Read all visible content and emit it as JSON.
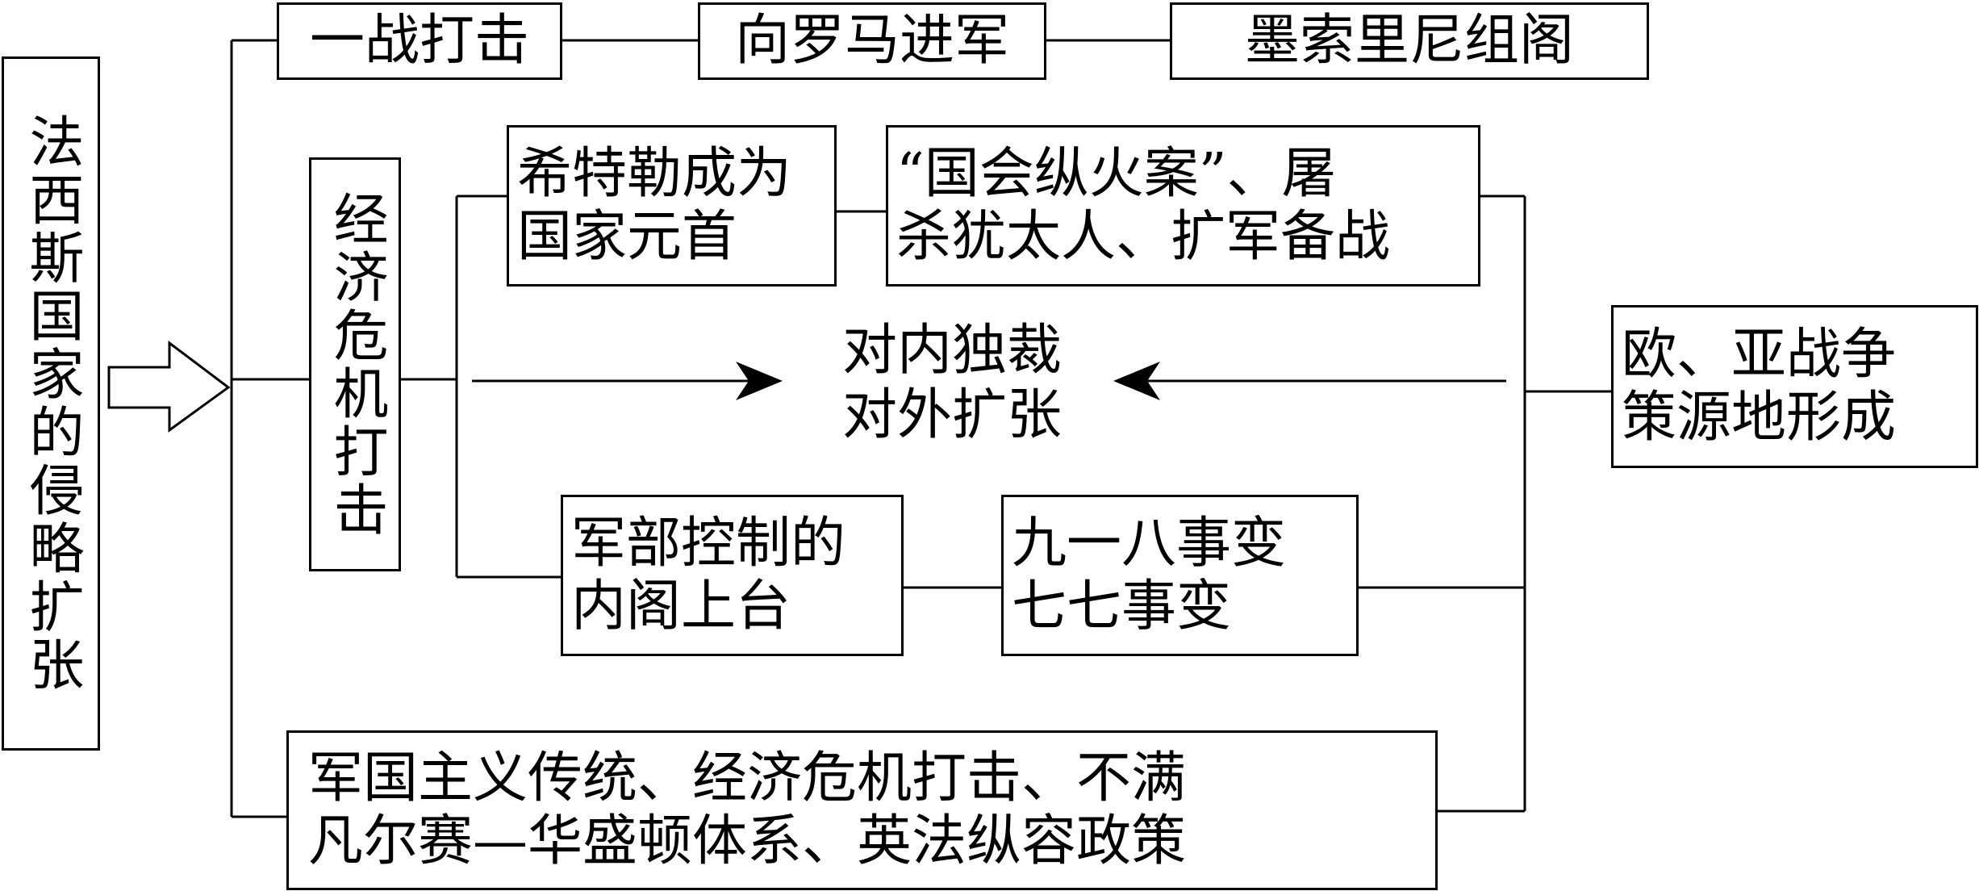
{
  "left_title": "法西斯国家的侵略扩张",
  "germany_italy": {
    "italy_row": [
      "一战打击",
      "向罗马进军",
      "墨索里尼组阁"
    ],
    "economic_crisis": "经济危机打击"
  },
  "germany": {
    "hitler_lines": [
      "希特勒成为",
      "国家元首"
    ],
    "actions_lines": [
      "“国会纵火案”、屠",
      "杀犹太人、扩军备战"
    ]
  },
  "japan": {
    "military_lines": [
      "军部控制的",
      "内阁上台"
    ],
    "incidents_lines": [
      "九一八事变",
      "七七事变"
    ]
  },
  "center": [
    "对内独裁",
    "对外扩张"
  ],
  "right_result_lines": [
    "欧、亚战争",
    "策源地形成"
  ],
  "bottom_lines": [
    "军国主义传统、经济危机打击、不满",
    "凡尔赛—华盛顿体系、英法纵容政策"
  ]
}
